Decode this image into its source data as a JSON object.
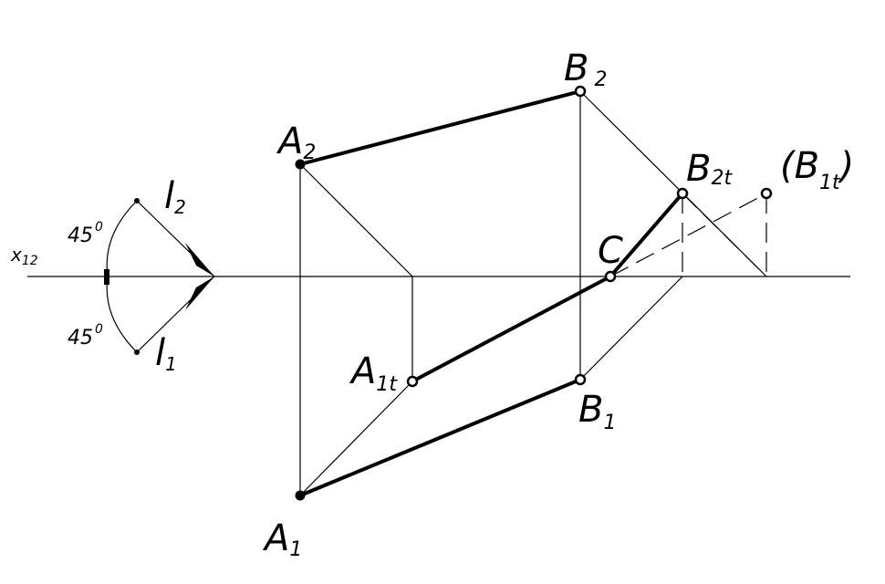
{
  "labels": {
    "axis_name": "x",
    "axis_sub": "12",
    "A2": "A",
    "A2_sub": "2",
    "B2": "B",
    "B2_sub": "2",
    "A1": "A",
    "A1_sub": "1",
    "B1": "B",
    "B1_sub": "1",
    "A1t": "A",
    "A1t_sub": "1t",
    "B2t": "B",
    "B2t_sub": "2t",
    "B1t_open": "(B",
    "B1t_sub": "1t",
    "B1t_close": ")",
    "C": "C",
    "l2": "l",
    "l2_sub": "2",
    "l1": "l",
    "l1_sub": "1",
    "angle_top": "45",
    "angle_top_deg": "0",
    "angle_bottom": "45",
    "angle_bottom_deg": "0"
  }
}
